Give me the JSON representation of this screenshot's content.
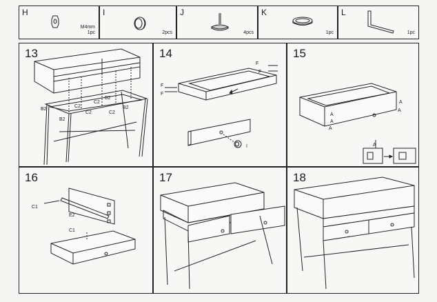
{
  "parts": [
    {
      "letter": "H",
      "qty_line1": "M4mm",
      "qty_line2": "1pc",
      "icon": "nut-icon"
    },
    {
      "letter": "I",
      "qty_line1": "",
      "qty_line2": "2pcs",
      "icon": "knob-icon"
    },
    {
      "letter": "J",
      "qty_line1": "",
      "qty_line2": "4pcs",
      "icon": "foot-glide-icon"
    },
    {
      "letter": "K",
      "qty_line1": "",
      "qty_line2": "1pc",
      "icon": "grommet-icon"
    },
    {
      "letter": "L",
      "qty_line1": "",
      "qty_line2": "1pc",
      "icon": "allen-key-icon"
    }
  ],
  "steps": [
    {
      "number": "13",
      "labels": {
        "b2_left": "B2",
        "c2_a": "C2",
        "c2_b": "C2",
        "b2_mid": "B2",
        "c2_c": "C2",
        "c2_d": "C2",
        "b2_right": "B2",
        "b2_bottom": "B2"
      }
    },
    {
      "number": "14",
      "labels": {
        "f1": "F",
        "f2": "F",
        "f3": "F",
        "f4": "F",
        "i": "I"
      }
    },
    {
      "number": "15",
      "labels": {
        "a1": "A",
        "a2": "A",
        "a3": "A",
        "a4": "A",
        "a5": "A",
        "a6": "A"
      }
    },
    {
      "number": "16",
      "labels": {
        "c1_top": "C1",
        "e2": "E2",
        "c1_bottom": "C1"
      }
    },
    {
      "number": "17"
    },
    {
      "number": "18"
    }
  ]
}
